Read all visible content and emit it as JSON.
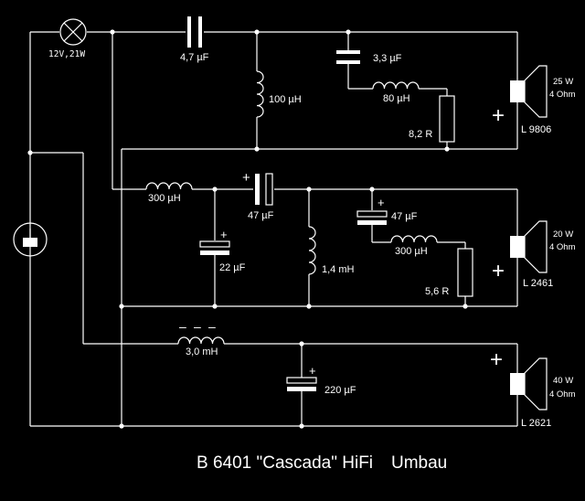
{
  "caption": {
    "title": "B 6401 \"Cascada\" HiFi",
    "subtitle": "Umbau"
  },
  "lamp": {
    "label": "12V,21W"
  },
  "components": {
    "c_top": "4,7 µF",
    "l_top": "100 µH",
    "c_top2": "3,3 µF",
    "l_top2": "80 µH",
    "r_top": "8,2 R",
    "l_mid_series": "300 µH",
    "c_mid_series": "47 µF",
    "c_mid_shunt": "22 µF",
    "l_mid_shunt": "1,4 mH",
    "c_mid2": "47 µF",
    "l_mid2": "300 µH",
    "r_mid": "5,6 R",
    "l_bass": "3,0 mH",
    "c_bass": "220 µF"
  },
  "speakers": [
    {
      "power": "25 W",
      "impedance": "4 Ohm",
      "model": "L 9806"
    },
    {
      "power": "20 W",
      "impedance": "4 Ohm",
      "model": "L 2461"
    },
    {
      "power": "40 W",
      "impedance": "4 Ohm",
      "model": "L 2621"
    }
  ],
  "polarity": {
    "plus": "+",
    "minus": "–"
  }
}
